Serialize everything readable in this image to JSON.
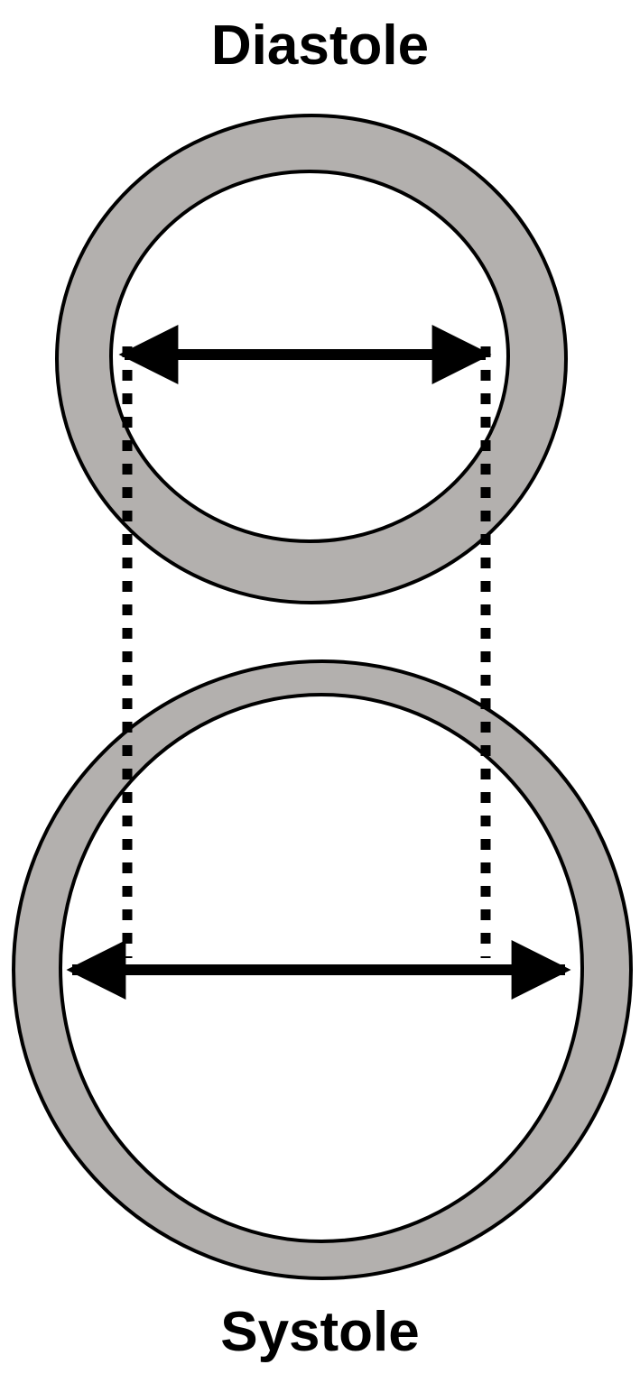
{
  "diagram": {
    "labels": {
      "top": "Diastole",
      "bottom": "Systole"
    },
    "colors": {
      "background": "#ffffff",
      "wall_fill": "#b3b0ae",
      "stroke": "#000000"
    },
    "elements": [
      {
        "id": "diastole-vessel",
        "type": "ring",
        "description": "Smaller vessel cross-section with thicker wall during diastole"
      },
      {
        "id": "diastole-diameter-arrow",
        "type": "double-arrow",
        "description": "Inner diameter in diastole"
      },
      {
        "id": "systole-vessel",
        "type": "ring",
        "description": "Larger vessel cross-section with thinner wall during systole"
      },
      {
        "id": "systole-diameter-arrow",
        "type": "double-arrow",
        "description": "Inner diameter in systole"
      },
      {
        "id": "projection-lines",
        "type": "dotted-lines",
        "description": "Dotted guide lines projecting diastolic diameter onto systolic ring"
      }
    ]
  }
}
